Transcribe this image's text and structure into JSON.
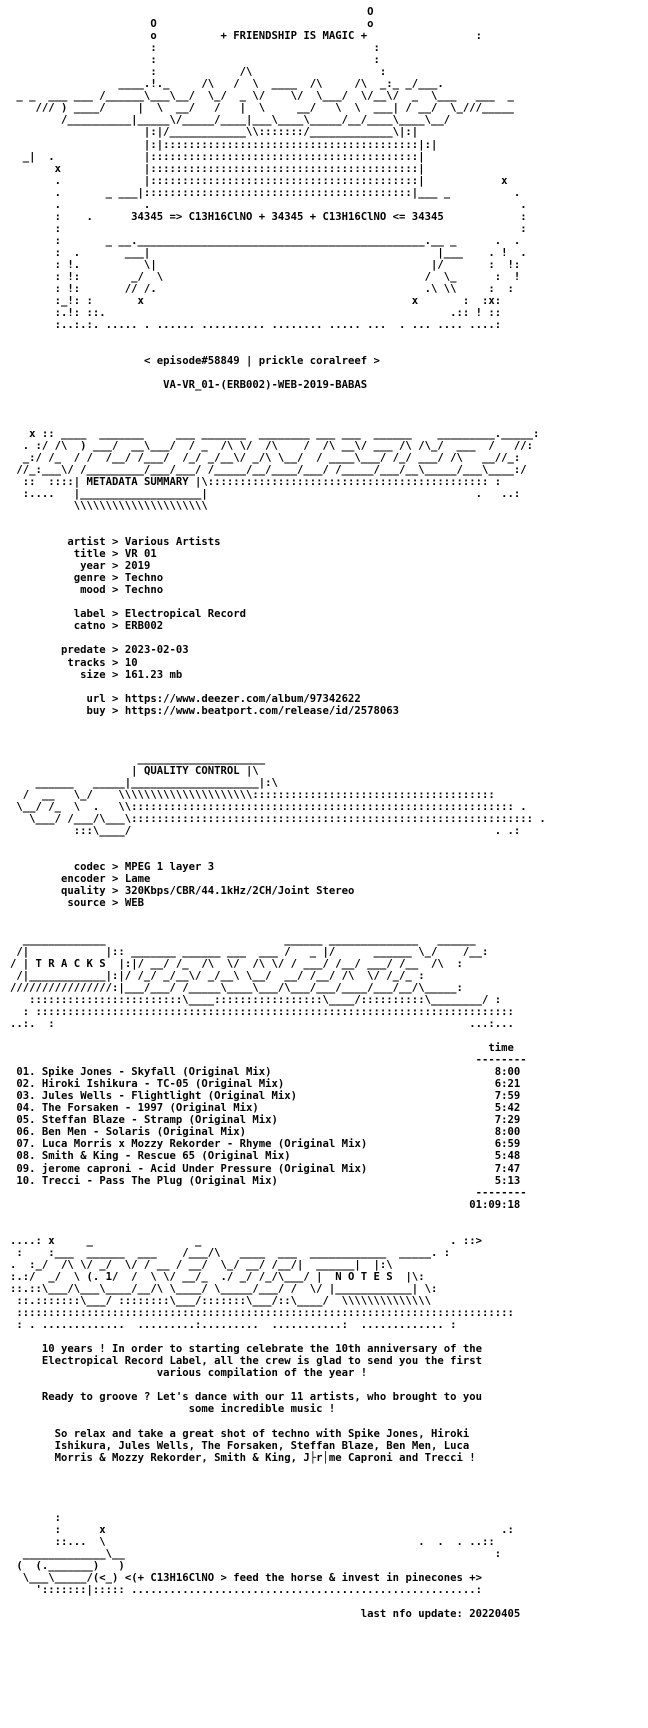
{
  "nfo": {
    "lines": [
      "                                                        O",
      "                      O                                 o",
      "                      o          + FRIENDSHIP IS MAGIC +                 :",
      "                      :                                  :",
      "                      :                                  :",
      "                      :             /\\                    :",
      "                 ____.!._     /\\   /  \\  ____  /\\     /\\  _:_ _/___.",
      " _ _  ___ ___ /______\\___\\__/  \\_/  _ \\/    \\/  \\___/  \\/__\\/  _  \\___   ___  _",
      "    /// ) ____/     |  \\  __/   /   |  \\     __/   \\  \\  ___| / __/  \\_///_____",
      "        /__________|_____\\/_____/____|___\\____\\_____/__/____\\____\\__/",
      "                     |:|/____________\\\\:::::::/_____________\\|:|",
      "                     |:|::::::::::::::::::::::::::::::::::::::::|:|",
      "  _|  .              |::::::::::::::::::::::::::::::::::::::::::|",
      "       x             |::::::::::::::::::::::::::::::::::::::::::|",
      "       .             |::::::::::::::::::::::::::::::::::::::::::|            x",
      "       .       _ ___|::::::::::::::::::::::::::::::::::::::::::|___ _          .",
      "       .             .                                                          .",
      "       :    .      34345 => C13H16ClNO + 34345 + C13H16ClNO <= 34345            :",
      "       :                                                                        :",
      "       :       _ __._____________________________________________.__ _      .  .",
      "       :  .       ___|                                             |___    . !  .",
      "       : !.          \\|                                           |/       :  !:",
      "       : !:        _/  \\                                         /  \\_      :  !",
      "       : !:       // /.                                          .\\ \\\\     :  :",
      "       :_!: :       x                                          x       :  :x:",
      "       :.!: ::.                                                      .:: ! ::",
      "       :..:.:. ..... . ...... .......... ........ ..... ...  . ... .... ....:"
    ],
    "episode": "< episode#58849 | prickle coralreef >",
    "release": "VA-VR_01-(ERB002)-WEB-2019-BABAS",
    "metadata_header": "METADATA SUMMARY",
    "quality_header": "QUALITY CONTROL",
    "tracks_header": "T R A C K S",
    "notes_header": "N O T E S"
  },
  "metadata": {
    "artist": "Various Artists",
    "title": "VR 01",
    "year": "2019",
    "genre": "Techno",
    "mood": "Techno",
    "label": "Electropical Record",
    "catno": "ERB002",
    "predate": "2023-02-03",
    "tracks": "10",
    "size": "161.23 mb",
    "url": "https://www.deezer.com/album/97342622",
    "buy": "https://www.beatport.com/release/id/2578063"
  },
  "quality": {
    "codec": "MPEG 1 layer 3",
    "encoder": "Lame",
    "quality": "320Kbps/CBR/44.1kHz/2CH/Joint Stereo",
    "source": "WEB"
  },
  "tracklist": {
    "time_label": "time",
    "tracks": [
      {
        "num": "01.",
        "title": "Spike Jones - Skyfall (Original Mix)",
        "time": "8:00"
      },
      {
        "num": "02.",
        "title": "Hiroki Ishikura - TC-05 (Original Mix)",
        "time": "6:21"
      },
      {
        "num": "03.",
        "title": "Jules Wells - Flightlight (Original Mix)",
        "time": "7:59"
      },
      {
        "num": "04.",
        "title": "The Forsaken - 1997 (Original Mix)",
        "time": "5:42"
      },
      {
        "num": "05.",
        "title": "Steffan Blaze - Stramp (Original Mix)",
        "time": "7:29"
      },
      {
        "num": "06.",
        "title": "Ben Men - Solaris (Original Mix)",
        "time": "8:00"
      },
      {
        "num": "07.",
        "title": "Luca Morris x Mozzy Rekorder - Rhyme (Original Mix)",
        "time": "6:59"
      },
      {
        "num": "08.",
        "title": "Smith & King - Rescue 65 (Original Mix)",
        "time": "5:48"
      },
      {
        "num": "09.",
        "title": "jerome caproni - Acid Under Pressure (Original Mix)",
        "time": "7:47"
      },
      {
        "num": "10.",
        "title": "Trecci - Pass The Plug (Original Mix)",
        "time": "5:13"
      }
    ],
    "total": "01:09:18"
  },
  "notes": {
    "para1": [
      "10 years ! In order to starting celebrate the 10th anniversary of the",
      "Electropical Record Label, all the crew is glad to send you the first",
      "various compilation of the year !"
    ],
    "para2": [
      "Ready to groove ? Let's dance with our 11 artists, who brought to you",
      "some incredible music !"
    ],
    "para3": [
      "So relax and take a great shot of techno with Spike Jones, Hiroki",
      "Ishikura, Jules Wells, The Forsaken, Steffan Blaze, Ben Men, Luca",
      "Morris & Mozzy Rekorder, Smith & King, J├r│me Caproni and Trecci !"
    ]
  },
  "footer": {
    "tagline": "<(+ C13H16ClNO > feed the horse & invest in pinecones +>",
    "last_update": "last nfo update: 20220405"
  }
}
